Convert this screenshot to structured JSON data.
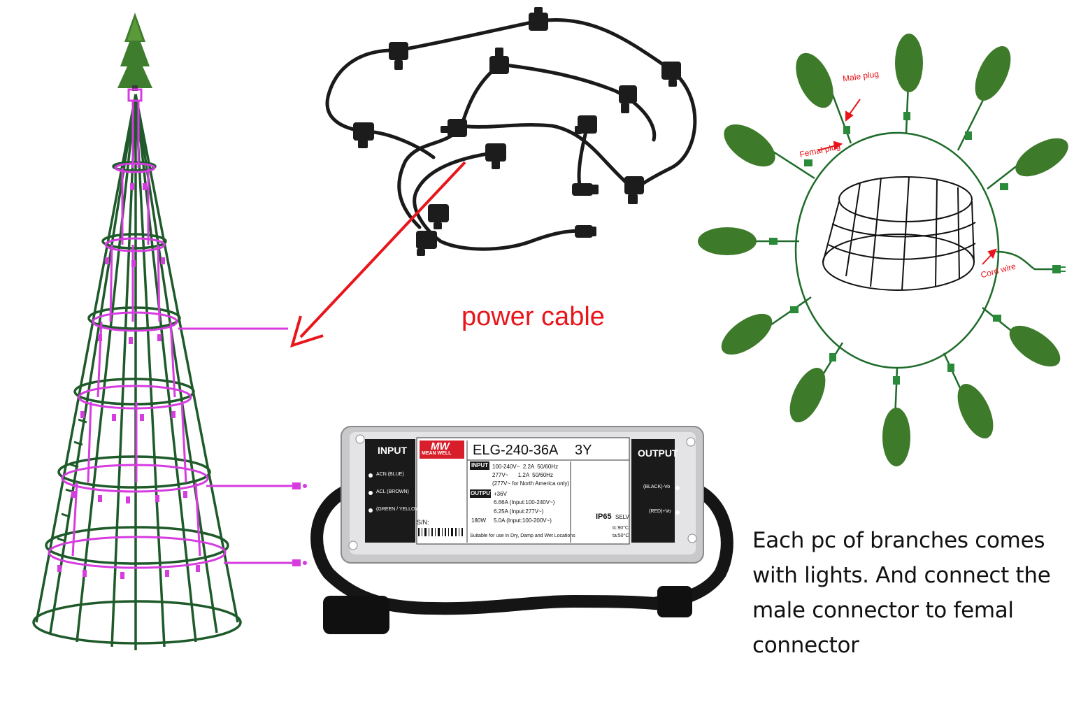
{
  "labels": {
    "power_cable": "power cable",
    "description": "Each pc of branches comes with lights. And connect the male connector to femal connector",
    "male_plug": "Male plug",
    "female_plug": "Femal plug",
    "cord_wire": "Cord wire"
  },
  "power_supply": {
    "input_header": "INPUT",
    "output_header": "OUTPUT",
    "brand": "MW",
    "brand_sub": "MEAN WELL",
    "model": "ELG-240-36A",
    "model_suffix": "3Y",
    "input_terminals": [
      "ACN (BLUE)",
      "ACL (BROWN)",
      "(GREEN / YELLOW)"
    ],
    "output_terminals": [
      "(BLACK)-Vo",
      "(RED)+Vo"
    ],
    "spec_lines": [
      "100-240V~  2.2A  50/60Hz",
      "277V~      1.2A  50/60Hz",
      "(277V~ for North America only)",
      "+36V",
      "6.66A (Input:100-240V~)",
      "6.25A (Input:277V~)",
      "5.0A (Input:100-200V~)",
      "180W"
    ],
    "input_tag": "INPUT",
    "output_tag": "OUTPUT",
    "sn": "S/N:",
    "suitable": "Suitable for use in Dry, Damp and Wet Locations",
    "ip_rating": "IP65",
    "selv": "SELV",
    "temps": [
      "tc:90°C",
      "ta:50°C"
    ]
  },
  "colors": {
    "frame_green": "#1e5a2a",
    "light_magenta": "#d63ce0",
    "arrow_red": "#e8151b",
    "cable_black": "#1a1a1a",
    "branch_green": "#3d7a2a"
  }
}
